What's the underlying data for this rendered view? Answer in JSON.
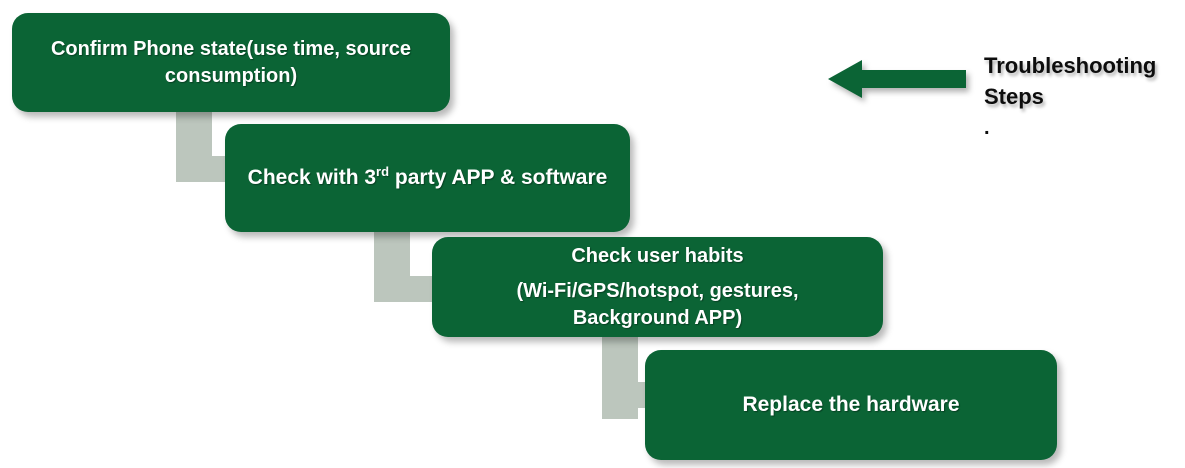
{
  "diagram": {
    "title": "Troubleshooting Steps staircase diagram",
    "accent_color": "#0b6435",
    "connector_color": "#bcc6bd",
    "text_color": "#ffffff",
    "label_color": "#0d0d0d",
    "background": "#ffffff"
  },
  "steps": [
    {
      "id": "step-1",
      "lines": [
        "Confirm Phone state(use time, source",
        "consumption)"
      ]
    },
    {
      "id": "step-2",
      "prefix": "Check with 3",
      "superscript": "rd",
      "suffix": " party APP & software"
    },
    {
      "id": "step-3",
      "lines": [
        "Check user habits",
        "(Wi-Fi/GPS/hotspot, gestures,",
        "Background APP)"
      ]
    },
    {
      "id": "step-4",
      "lines": [
        "Replace the hardware"
      ]
    }
  ],
  "legend": {
    "arrow_icon": "arrow-left-icon",
    "lines": [
      "Troubleshooting",
      "Steps"
    ],
    "dot": "."
  }
}
